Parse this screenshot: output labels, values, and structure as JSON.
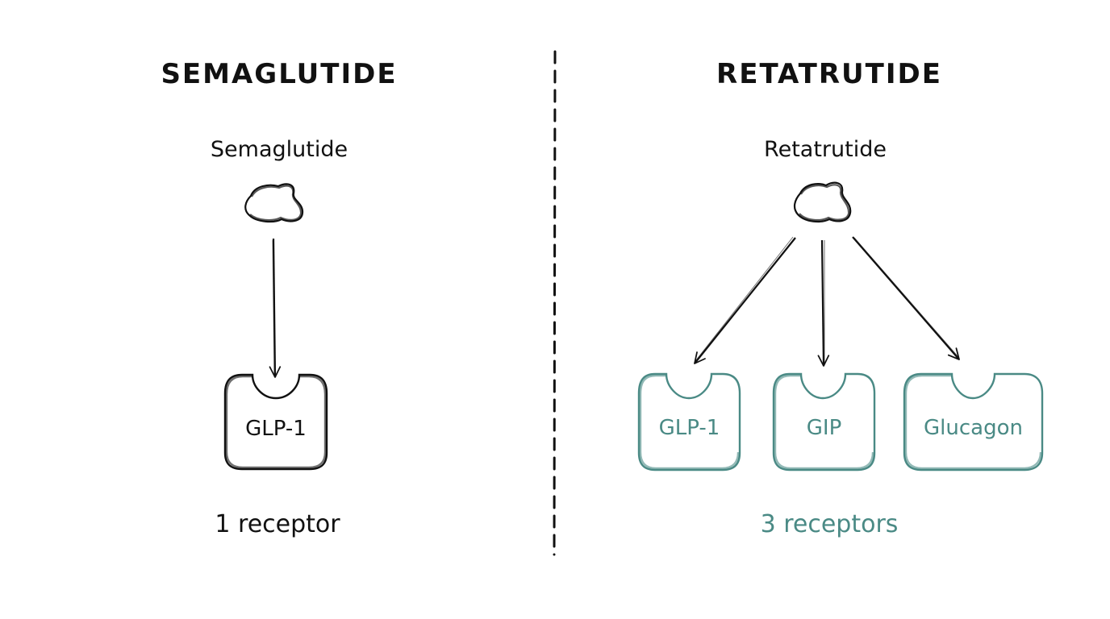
{
  "colors": {
    "ink": "#111111",
    "accent": "#4a8a85",
    "background": "#ffffff"
  },
  "left_panel": {
    "title": "SEMAGLUTIDE",
    "drug_label": "Semaglutide",
    "drug_icon": "molecule-blob-icon",
    "receptors": [
      {
        "label": "GLP-1",
        "highlight": false
      }
    ],
    "count_label": "1 receptor"
  },
  "right_panel": {
    "title": "RETATRUTIDE",
    "drug_label": "Retatrutide",
    "drug_icon": "molecule-blob-icon",
    "receptors": [
      {
        "label": "GLP-1",
        "highlight": true
      },
      {
        "label": "GIP",
        "highlight": true
      },
      {
        "label": "Glucagon",
        "highlight": true
      }
    ],
    "count_label": "3 receptors"
  },
  "divider": {
    "style": "dashed"
  }
}
